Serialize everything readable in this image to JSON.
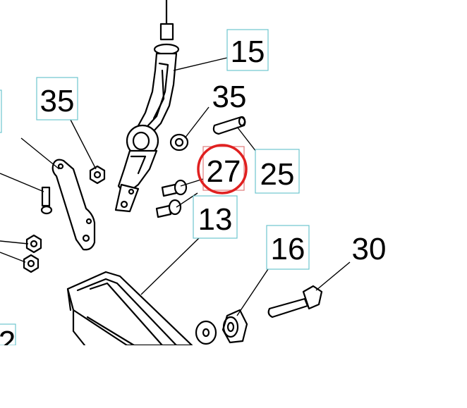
{
  "callouts": {
    "c15": "15",
    "c35_left": "35",
    "c35_right": "35",
    "c27": "27",
    "c25": "25",
    "c13": "13",
    "c16": "16",
    "c30": "30",
    "c_edge_bottom": "2"
  },
  "colors": {
    "callout_border": "#6ec6cf",
    "highlight_ring": "#e02020",
    "highlight_box": "#e07a7a",
    "linework": "#000000",
    "background": "#ffffff"
  },
  "highlighted_callout": "27"
}
